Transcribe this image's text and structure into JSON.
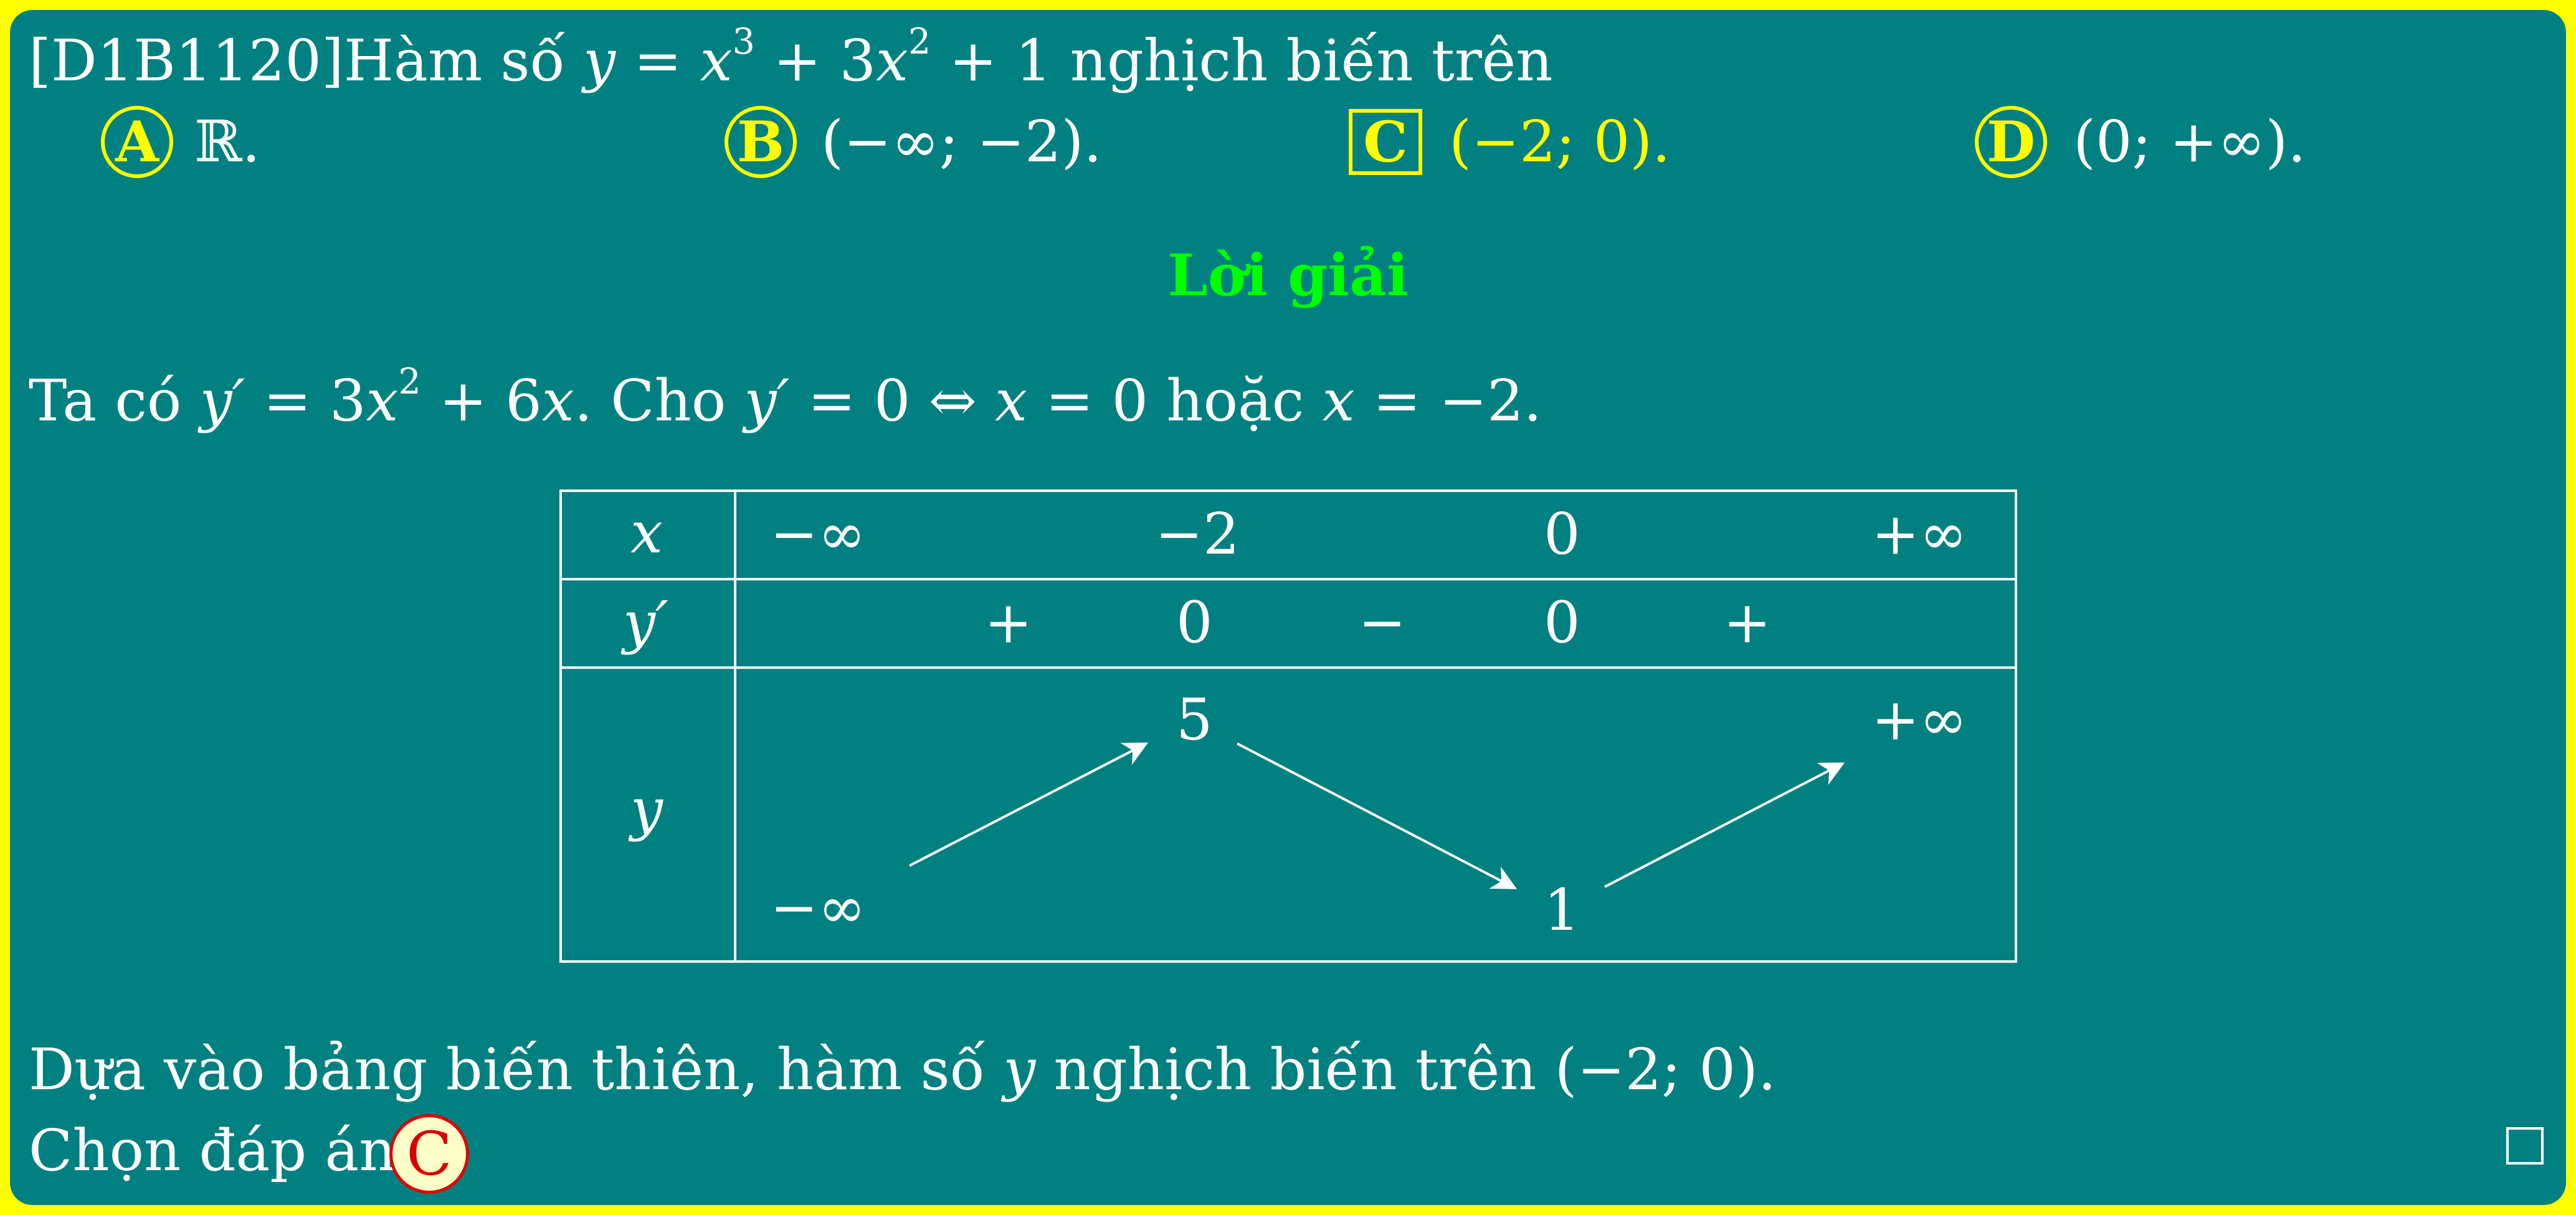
{
  "question": {
    "id": "[D1B1120]",
    "text": "Hàm số",
    "function": {
      "y": "y",
      "eq": "=",
      "x1": "x",
      "exp1": "3",
      "plus1": "+ 3",
      "x2": "x",
      "exp2": "2",
      "plus2": "+ 1"
    },
    "suffix": "nghịch biến trên"
  },
  "options": [
    {
      "letter": "A",
      "text": "ℝ.",
      "correct": false
    },
    {
      "letter": "B",
      "text": "(−∞; −2).",
      "correct": false
    },
    {
      "letter": "C",
      "text": "(−2; 0).",
      "correct": true
    },
    {
      "letter": "D",
      "text": "(0; +∞).",
      "correct": false
    }
  ],
  "solution": {
    "heading": "Lời giải",
    "derivative_line": {
      "prefix": "Ta có",
      "yprime1": "y′",
      "expr_a": "= 3",
      "x": "x",
      "exp": "2",
      "expr_b": "+ 6",
      "x2": "x",
      "middle": ". Cho",
      "yprime2": "y′",
      "eq_zero": "= 0 ⇔",
      "x3": "x",
      "eq0": "= 0",
      "or": "hoặc",
      "x4": "x",
      "eqm2": "= −2."
    },
    "conclusion": {
      "text": "Dựa vào bảng biến thiên, hàm số",
      "var": "y",
      "text2": "nghịch biến trên (−2; 0)."
    },
    "choose": "Chọn đáp án",
    "answer": "C"
  },
  "variation_table": {
    "row_labels": {
      "x": "x",
      "yprime": "y′",
      "y": "y"
    },
    "x_values": [
      "−∞",
      "−2",
      "0",
      "+∞"
    ],
    "yprime_signs": [
      "+",
      "0",
      "−",
      "0",
      "+"
    ],
    "y_values": {
      "start": "−∞",
      "max": "5",
      "min": "1",
      "end": "+∞"
    }
  },
  "colors": {
    "frame": "#ffff00",
    "background": "#008080",
    "heading": "#00ff00",
    "option_badge": "#ffff00",
    "answer_badge_border": "#e00000"
  }
}
